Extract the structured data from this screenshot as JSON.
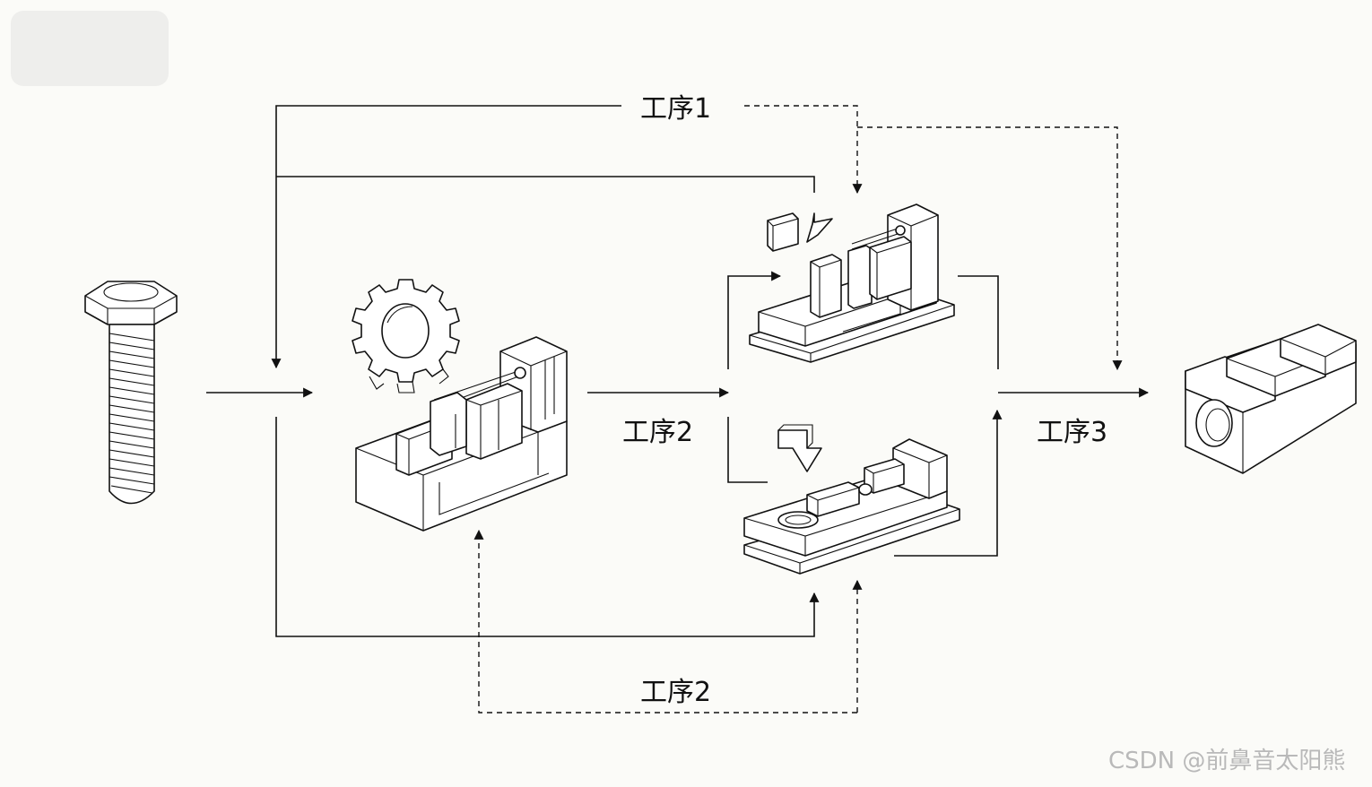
{
  "labels": {
    "process_1_top": "工序1",
    "process_2_middle": "工序2",
    "process_2_bottom": "工序2",
    "process_3": "工序3"
  },
  "watermark": "CSDN @前鼻音太阳熊",
  "icons": [
    "bolt-icon",
    "gear-icon",
    "fixture-icon",
    "clamp-fixture-top-icon",
    "clamp-fixture-bottom-icon",
    "block-part-icon"
  ]
}
